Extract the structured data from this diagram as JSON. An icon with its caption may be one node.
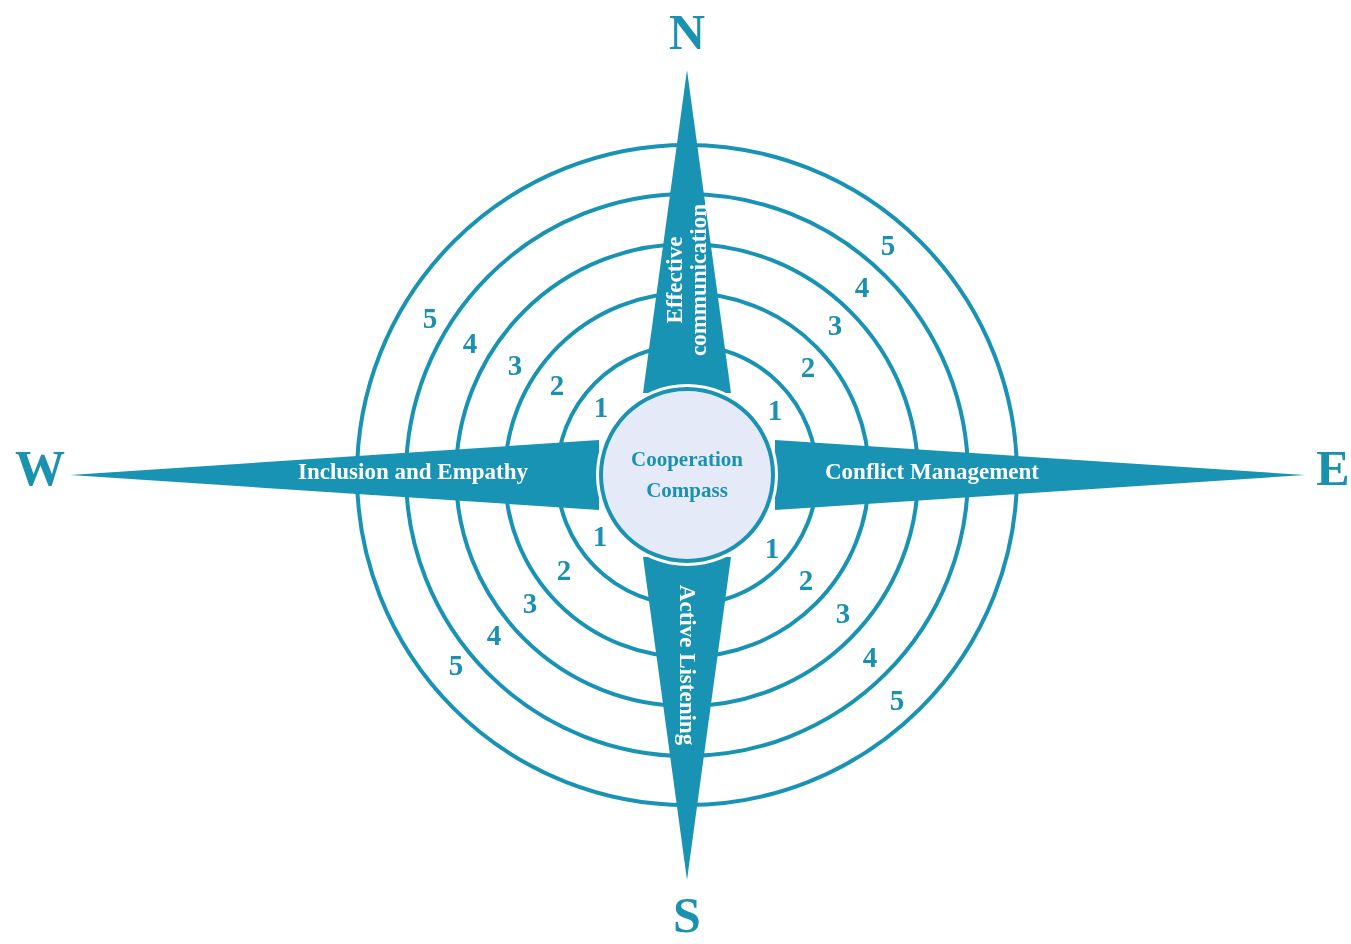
{
  "diagram": {
    "nodes": [
      {
        "text": [
          "Cooperation Compass"
        ]
      },
      {
        "text": [
          "Effective communication"
        ]
      },
      {
        "text": [
          "Conflict Management"
        ]
      },
      {
        "text": [
          "Active Listening"
        ]
      },
      {
        "text": [
          "Inclusion and Empathy"
        ]
      }
    ],
    "labels": [
      "N",
      "W",
      "E",
      "S",
      "5",
      "4",
      "3",
      "2",
      "1",
      "1",
      "2",
      "3",
      "4",
      "5",
      "1",
      "2",
      "3",
      "4",
      "5",
      "1",
      "2",
      "3",
      "4",
      "5"
    ]
  }
}
